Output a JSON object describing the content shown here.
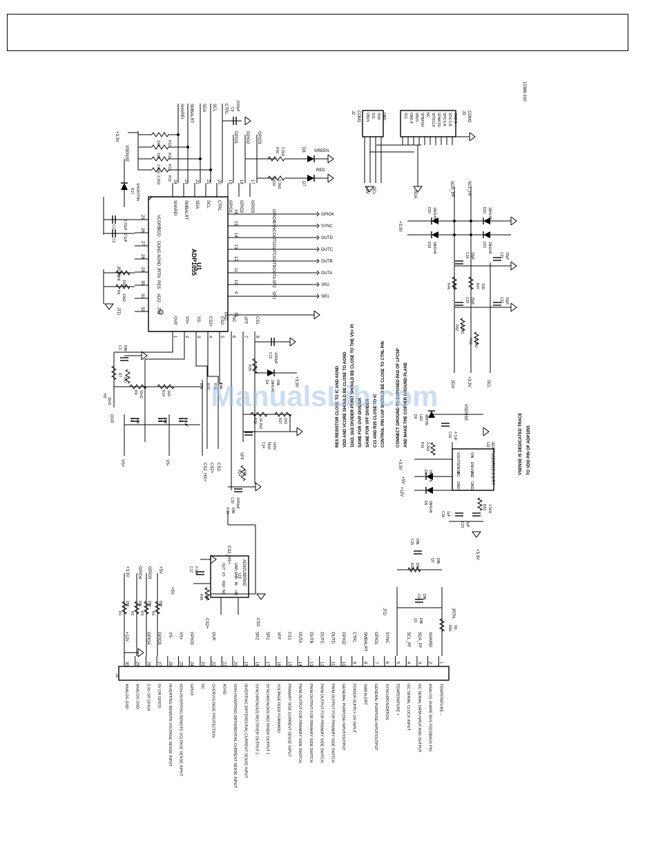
{
  "doc_id": "12386-100",
  "watermark": "ManualsLib.com",
  "ic_u1": {
    "ref": "U1",
    "part": "ADP1055",
    "left_pins": [
      {
        "num": "25",
        "name": "VCORE"
      },
      {
        "num": "26",
        "name": "VDD"
      },
      {
        "num": "27",
        "name": "DGND"
      },
      {
        "num": "28",
        "name": "AGND"
      },
      {
        "num": "29",
        "name": "JRTN"
      },
      {
        "num": "30",
        "name": "RES"
      },
      {
        "num": "31",
        "name": "ADD"
      },
      {
        "num": "32",
        "name": "JTD"
      }
    ],
    "top_pins": [
      {
        "num": "24",
        "name": "SHAREI"
      },
      {
        "num": "23",
        "name": "SMBALRT"
      },
      {
        "num": "22",
        "name": "SDA"
      },
      {
        "num": "21",
        "name": "SCL"
      },
      {
        "num": "20",
        "name": "CTRL"
      },
      {
        "num": "19",
        "name": "GPIO1"
      },
      {
        "num": "18",
        "name": "GPIO2"
      },
      {
        "num": "17",
        "name": "GPIO3"
      }
    ],
    "right_pins": [
      {
        "num": "16",
        "name": "GPIO4"
      },
      {
        "num": "15",
        "name": "SYNC"
      },
      {
        "num": "14",
        "name": "OUTD"
      },
      {
        "num": "13",
        "name": "OUTC"
      },
      {
        "num": "12",
        "name": "OUTB"
      },
      {
        "num": "11",
        "name": "OUTA"
      },
      {
        "num": "10",
        "name": "SR2"
      },
      {
        "num": "9",
        "name": "SR1"
      }
    ],
    "bottom_pins": [
      {
        "num": "1",
        "name": "OVP"
      },
      {
        "num": "2",
        "name": "VS+"
      },
      {
        "num": "3",
        "name": "VS-"
      },
      {
        "num": "4",
        "name": "CS2+"
      },
      {
        "num": "5",
        "name": "CS2-"
      },
      {
        "num": "6",
        "name": "NC"
      },
      {
        "num": "7",
        "name": "VFF"
      },
      {
        "num": "8",
        "name": "CS1"
      }
    ],
    "pad": {
      "num": "33",
      "name": "PAD"
    }
  },
  "right_nets": [
    "GPIO4",
    "SYNC",
    "OUTD",
    "OUTC",
    "OUTB",
    "OUTA",
    "SR2",
    "SR1"
  ],
  "top_nets": [
    "SHAREI",
    "SMBALRT",
    "SDA",
    "SCL",
    "CTRL"
  ],
  "gpio_nets": [
    "GPIO1",
    "GPIO2",
    "GPIO3"
  ],
  "components": [
    {
      "ref": "R12",
      "val": "1kΩ"
    },
    {
      "ref": "R11",
      "val": "1kΩ"
    },
    {
      "ref": "R13",
      "val": "2.2kΩ"
    },
    {
      "ref": "R10",
      "val": "2.2kΩ"
    },
    {
      "ref": "R30",
      "val": "2.2kΩ"
    },
    {
      "ref": "R29",
      "val": "2.2kΩ"
    },
    {
      "ref": "C9",
      "val": "1000pF"
    },
    {
      "ref": "C1",
      "val": "0.33µF"
    },
    {
      "ref": "C2",
      "val": "0.1µF"
    },
    {
      "ref": "R8",
      "val": "100k"
    },
    {
      "ref": "R6",
      "val": "10kΩ"
    },
    {
      "ref": "C3",
      "val": "DNI"
    },
    {
      "ref": "R7",
      "val": "1kΩ"
    },
    {
      "ref": "R5",
      "val": "11kΩ"
    },
    {
      "ref": "R9",
      "val": "11kΩ"
    },
    {
      "ref": "R14",
      "val": "1kΩ"
    },
    {
      "ref": "C4",
      "val": "DNI"
    },
    {
      "ref": "C5",
      "val": "DNI"
    },
    {
      "ref": "C6",
      "val": "0.1µF"
    },
    {
      "ref": "C13",
      "val": "1000pF"
    },
    {
      "ref": "R25",
      "val": "DNI"
    },
    {
      "ref": "R26",
      "val": "16.2kΩ"
    },
    {
      "ref": "R27",
      "val": "1kΩ"
    },
    {
      "ref": "C14",
      "val": "56nF 100V"
    },
    {
      "ref": "R24",
      "val": "1kΩ"
    },
    {
      "ref": "C10",
      "val": "1000pF"
    },
    {
      "ref": "R19",
      "val": "DNI"
    },
    {
      "ref": "C17",
      "val": "0.1µF"
    },
    {
      "ref": "R65",
      "val": "DNI"
    },
    {
      "ref": "R1",
      "val": "DNI"
    },
    {
      "ref": "R2",
      "val": "DNI"
    },
    {
      "ref": "R3",
      "val": "DNI"
    },
    {
      "ref": "R4",
      "val": "DNI"
    },
    {
      "ref": "R64",
      "val": "0Ω"
    },
    {
      "ref": "C24",
      "val": "DNI"
    },
    {
      "ref": "C25",
      "val": "DNI"
    },
    {
      "ref": "R28",
      "val": "DNI"
    },
    {
      "ref": "C18",
      "val": "1µF"
    },
    {
      "ref": "C23",
      "val": "1µF"
    },
    {
      "ref": "R63",
      "val": "1.5kΩ"
    },
    {
      "ref": "R31",
      "val": "2.2kΩ"
    },
    {
      "ref": "C16",
      "val": "4.7µF"
    },
    {
      "ref": "R46",
      "val": "10Ω"
    },
    {
      "ref": "R47",
      "val": "10Ω"
    },
    {
      "ref": "C19",
      "val": "33pF"
    },
    {
      "ref": "C21",
      "val": "33pF"
    },
    {
      "ref": "C20",
      "val": "33pF"
    },
    {
      "ref": "C22",
      "val": "33pF"
    },
    {
      "ref": "R62",
      "val": "2.2kΩ"
    },
    {
      "ref": "R61",
      "val": "2.2kΩ"
    }
  ],
  "diodes": [
    {
      "ref": "D8",
      "val": "GREEN"
    },
    {
      "ref": "D7",
      "val": "RED"
    },
    {
      "ref": "R17",
      "val": "SHORTPIN"
    },
    {
      "ref": "D4",
      "val": "1N4148 DNI"
    },
    {
      "ref": "D9",
      "val": "LED WHITE"
    },
    {
      "ref": "D6",
      "val": "1N4148"
    },
    {
      "ref": "D5",
      "val": "1N4148"
    },
    {
      "ref": "D20",
      "val": "1N4148"
    },
    {
      "ref": "D22",
      "val": "1N4148"
    },
    {
      "ref": "D19",
      "val": "1N4148"
    },
    {
      "ref": "D21",
      "val": "1N4148"
    }
  ],
  "u3": {
    "ref": "U3",
    "part": "AD8218BRMZ",
    "pins": [
      "OUT",
      "VS",
      "REF",
      "NC",
      "GND",
      "ENB",
      "-IN",
      "+IN"
    ]
  },
  "u2": {
    "ref": "U2",
    "part": "ADP7102ARDZ-3.3-R7",
    "pins": [
      "VOUT",
      "SENSE",
      "NC",
      "GND1",
      "VIN",
      "EN/UVLO",
      "PG",
      "GND2"
    ]
  },
  "j2": {
    "ref": "J2",
    "part": "COM1",
    "pins": [
      "VBUS",
      "SCL",
      "SDA",
      "GND"
    ]
  },
  "j3": {
    "ref": "J3",
    "part": "COM2",
    "pins": [
      "SCL",
      "GND A",
      "VBUS",
      "SPIMISO",
      "NC",
      "SPISCLK",
      "SPIMOSI",
      "SPICS A",
      "SPICS B",
      "GND B"
    ]
  },
  "j1": {
    "ref": "J1",
    "pins": [
      {
        "num": "30",
        "net": "+12V",
        "desc": "ANALOG GND"
      },
      {
        "num": "29",
        "net": "",
        "desc": "ANALOG GND"
      },
      {
        "num": "28",
        "net": "GPIO4",
        "desc": "3.3V OR GPIO4"
      },
      {
        "num": "27",
        "net": "GPIO3",
        "desc": "5V OR GPIO3"
      },
      {
        "num": "26",
        "net": "VS-",
        "desc": "INVERTING REMOTE VOLTAGE SENSE INPUT"
      },
      {
        "num": "25",
        "net": "VS+",
        "desc": "NON-INVERTING REMOTE VOLTAGE SENSE INPUT"
      },
      {
        "num": "24",
        "net": "GPIO3",
        "desc": "GPIO3"
      },
      {
        "num": "23",
        "net": "",
        "desc": "NC"
      },
      {
        "num": "22",
        "net": "OVP",
        "desc": "OVERVOLTAGE PROTECTION"
      },
      {
        "num": "21",
        "net": "",
        "desc": "AGND"
      },
      {
        "num": "20",
        "net": "",
        "desc": "NON-INVERTING DIFFERENTIAL CURRENT SENSE INPUT"
      },
      {
        "num": "19",
        "net": "",
        "desc": "INVERTING DIFFERENTIAL CURRENT SENSE INPUT"
      },
      {
        "num": "18",
        "net": "SR2",
        "desc": "SYNCHRONOUS RECTIFIER OUTPUT 2"
      },
      {
        "num": "17",
        "net": "SR1",
        "desc": "SYNCHRONOUS RECTIFIER OUTPUT 1"
      },
      {
        "num": "16",
        "net": "VFF",
        "desc": "VOLTAGE FEED FORWARD"
      },
      {
        "num": "15",
        "net": "CS1",
        "desc": "PRIMARY SIDE CURRENT SENSE INPUT"
      },
      {
        "num": "14",
        "net": "OUTA",
        "desc": "PWM OUTPUT FOR PRIMARY SIDE SWITCH"
      },
      {
        "num": "13",
        "net": "OUTB",
        "desc": "PWM OUTPUT FOR PRIMARY SIDE SWITCH"
      },
      {
        "num": "12",
        "net": "OUTC",
        "desc": "PWM OUTPUT FOR PRIMARY SIDE SWITCH"
      },
      {
        "num": "11",
        "net": "OUTD",
        "desc": "PWM OUTPUT FOR PRIMARY SIDE SWITCH"
      },
      {
        "num": "10",
        "net": "GPIO2",
        "desc": "GENERAL PURPOSE INPUT/OUTPUT"
      },
      {
        "num": "9",
        "net": "CTRL",
        "desc": "POWER SUPPLY ON INPUT"
      },
      {
        "num": "8",
        "net": "SMBALRT",
        "desc": "SMB ALERT"
      },
      {
        "num": "7",
        "net": "GPIO1",
        "desc": "GENERAL PURPOSE INPUT/OUTPUT"
      },
      {
        "num": "6",
        "net": "SYNC",
        "desc": "SYNCHRONIZATION"
      },
      {
        "num": "5",
        "net": "",
        "desc": "TEMPERATURE +"
      },
      {
        "num": "4",
        "net": "SCL_PF",
        "desc": "I2C SERIAL CLOCK INPUT"
      },
      {
        "num": "3",
        "net": "SDA_PF",
        "desc": "I2C SERIAL DATA INPUT AND OUTPUT"
      },
      {
        "num": "2",
        "net": "SHAREI",
        "desc": "ANALOG SHARE BUS FEEDBACK PIN"
      },
      {
        "num": "1",
        "net": "",
        "desc": "TEMPERATURE –"
      }
    ]
  },
  "notes": [
    "RES RESISTOR CLOSE TO IC AND AGND",
    "VDD AND VCORE SHOULD BE CLOSE TO AGND",
    "11kΩ, 1kΩ DIVIDER POINT SHOULD BE CLOSE TO THE VS+ PI",
    "SAME FOR OVP DIVIDER",
    "SAME FOR VFF DIVIDER",
    "C13 AND R25 CLOSE TO IC",
    "CONTROL PIN CAP SHOULD BE CLOSE TO CTRL PIN",
    "",
    "CONNECT GROUND TO EXPOSED PAD OF LFCSP",
    "AND MAKE THE COPPER GROUND PLANE"
  ],
  "note2": [
    "VSENSE IS DEDICATED TRACE",
    "TO VDD PIN OF ADP1055"
  ],
  "supply_labels": [
    "+3.3V",
    "+5V",
    "+12V",
    "VSENSE",
    "JTD",
    "JRTN",
    "SDA_PF",
    "SCL_PF",
    "SDA",
    "SCL",
    "CS2_HS+",
    "CS2+",
    "CS2-",
    "VS+",
    "VS-",
    "OVP",
    "VFF"
  ]
}
